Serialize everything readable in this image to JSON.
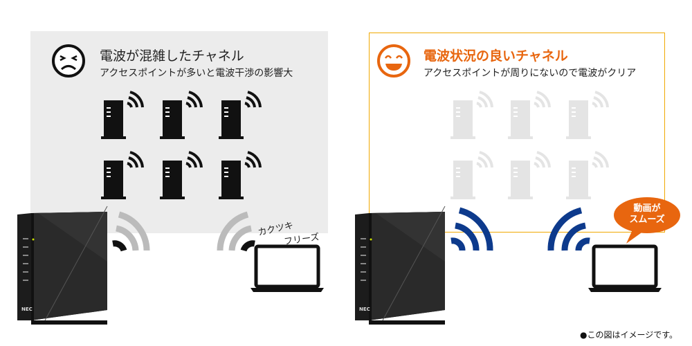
{
  "left_panel": {
    "title": "電波が混雑したチャネル",
    "subtitle": "アクセスポイントが多いと電波干渉の影響大",
    "issue_1": "カクツキ",
    "issue_2": "フリーズ"
  },
  "right_panel": {
    "title": "電波状況の良いチャネル",
    "subtitle": "アクセスポイントが周りにないので電波がクリア",
    "bubble_line1": "動画が",
    "bubble_line2": "スムーズ"
  },
  "router_logo": "NEC",
  "note": "●この図はイメージです。",
  "colors": {
    "orange": "#e8660f",
    "blue": "#0d3a8c",
    "gray_panel": "#ececec",
    "frame": "#f0a800"
  }
}
